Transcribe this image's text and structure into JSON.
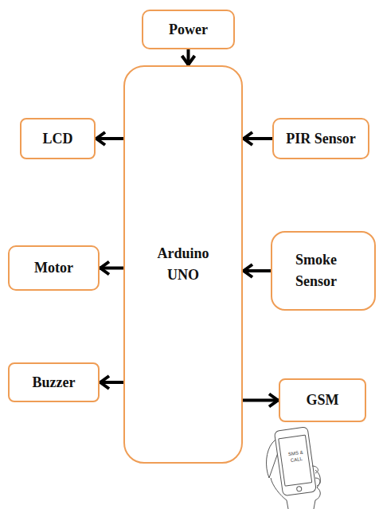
{
  "diagram": {
    "nodes": [
      {
        "text": [
          "Power"
        ]
      },
      {
        "text": [
          "LCD"
        ]
      },
      {
        "text": [
          "Arduino UNO"
        ]
      },
      {
        "text": [
          "PIR Sensor"
        ]
      },
      {
        "text": [
          "Motor"
        ]
      },
      {
        "text": [
          "Smoke Sensor"
        ]
      },
      {
        "text": [
          "Buzzer"
        ]
      },
      {
        "text": [
          "GSM"
        ]
      }
    ],
    "edges": [
      {
        "from": 0,
        "to": 2,
        "arrow": "to"
      },
      {
        "from": 2,
        "to": 1,
        "arrow": "to"
      },
      {
        "from": 3,
        "to": 2,
        "arrow": "to"
      },
      {
        "from": 2,
        "to": 4,
        "arrow": "to"
      },
      {
        "from": 5,
        "to": 2,
        "arrow": "to"
      },
      {
        "from": 2,
        "to": 6,
        "arrow": "to"
      },
      {
        "from": 2,
        "to": 7,
        "arrow": "to"
      }
    ],
    "labels": [
      "SMS & CALL"
    ]
  }
}
